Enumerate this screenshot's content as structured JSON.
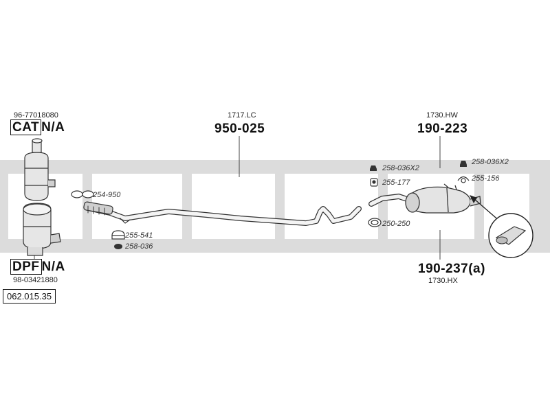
{
  "catalyst": {
    "part_number": "96-77018080",
    "label": "CAT",
    "value": "N/A"
  },
  "dpf": {
    "label": "DPF",
    "value": "N/A",
    "part_number": "98-03421880"
  },
  "diagram_id": "062.015.35",
  "pipes": {
    "front": {
      "code": "1717.LC",
      "part": "950-025"
    },
    "rear_top": {
      "code": "1730.HW",
      "part": "190-223"
    },
    "rear_bottom": {
      "code": "1730.HX",
      "part": "190-237(a)"
    }
  },
  "refs": {
    "r254_950": "254-950",
    "r255_541": "255-541",
    "r258_036": "258-036",
    "r258_036x2_a": "258-036X2",
    "r255_177": "255-177",
    "r250_250": "250-250",
    "r258_036x2_b": "258-036X2",
    "r255_156": "255-156"
  },
  "colors": {
    "watermark": "#d9d9d9",
    "line": "#333333",
    "part_fill": "#e8e8e8"
  }
}
